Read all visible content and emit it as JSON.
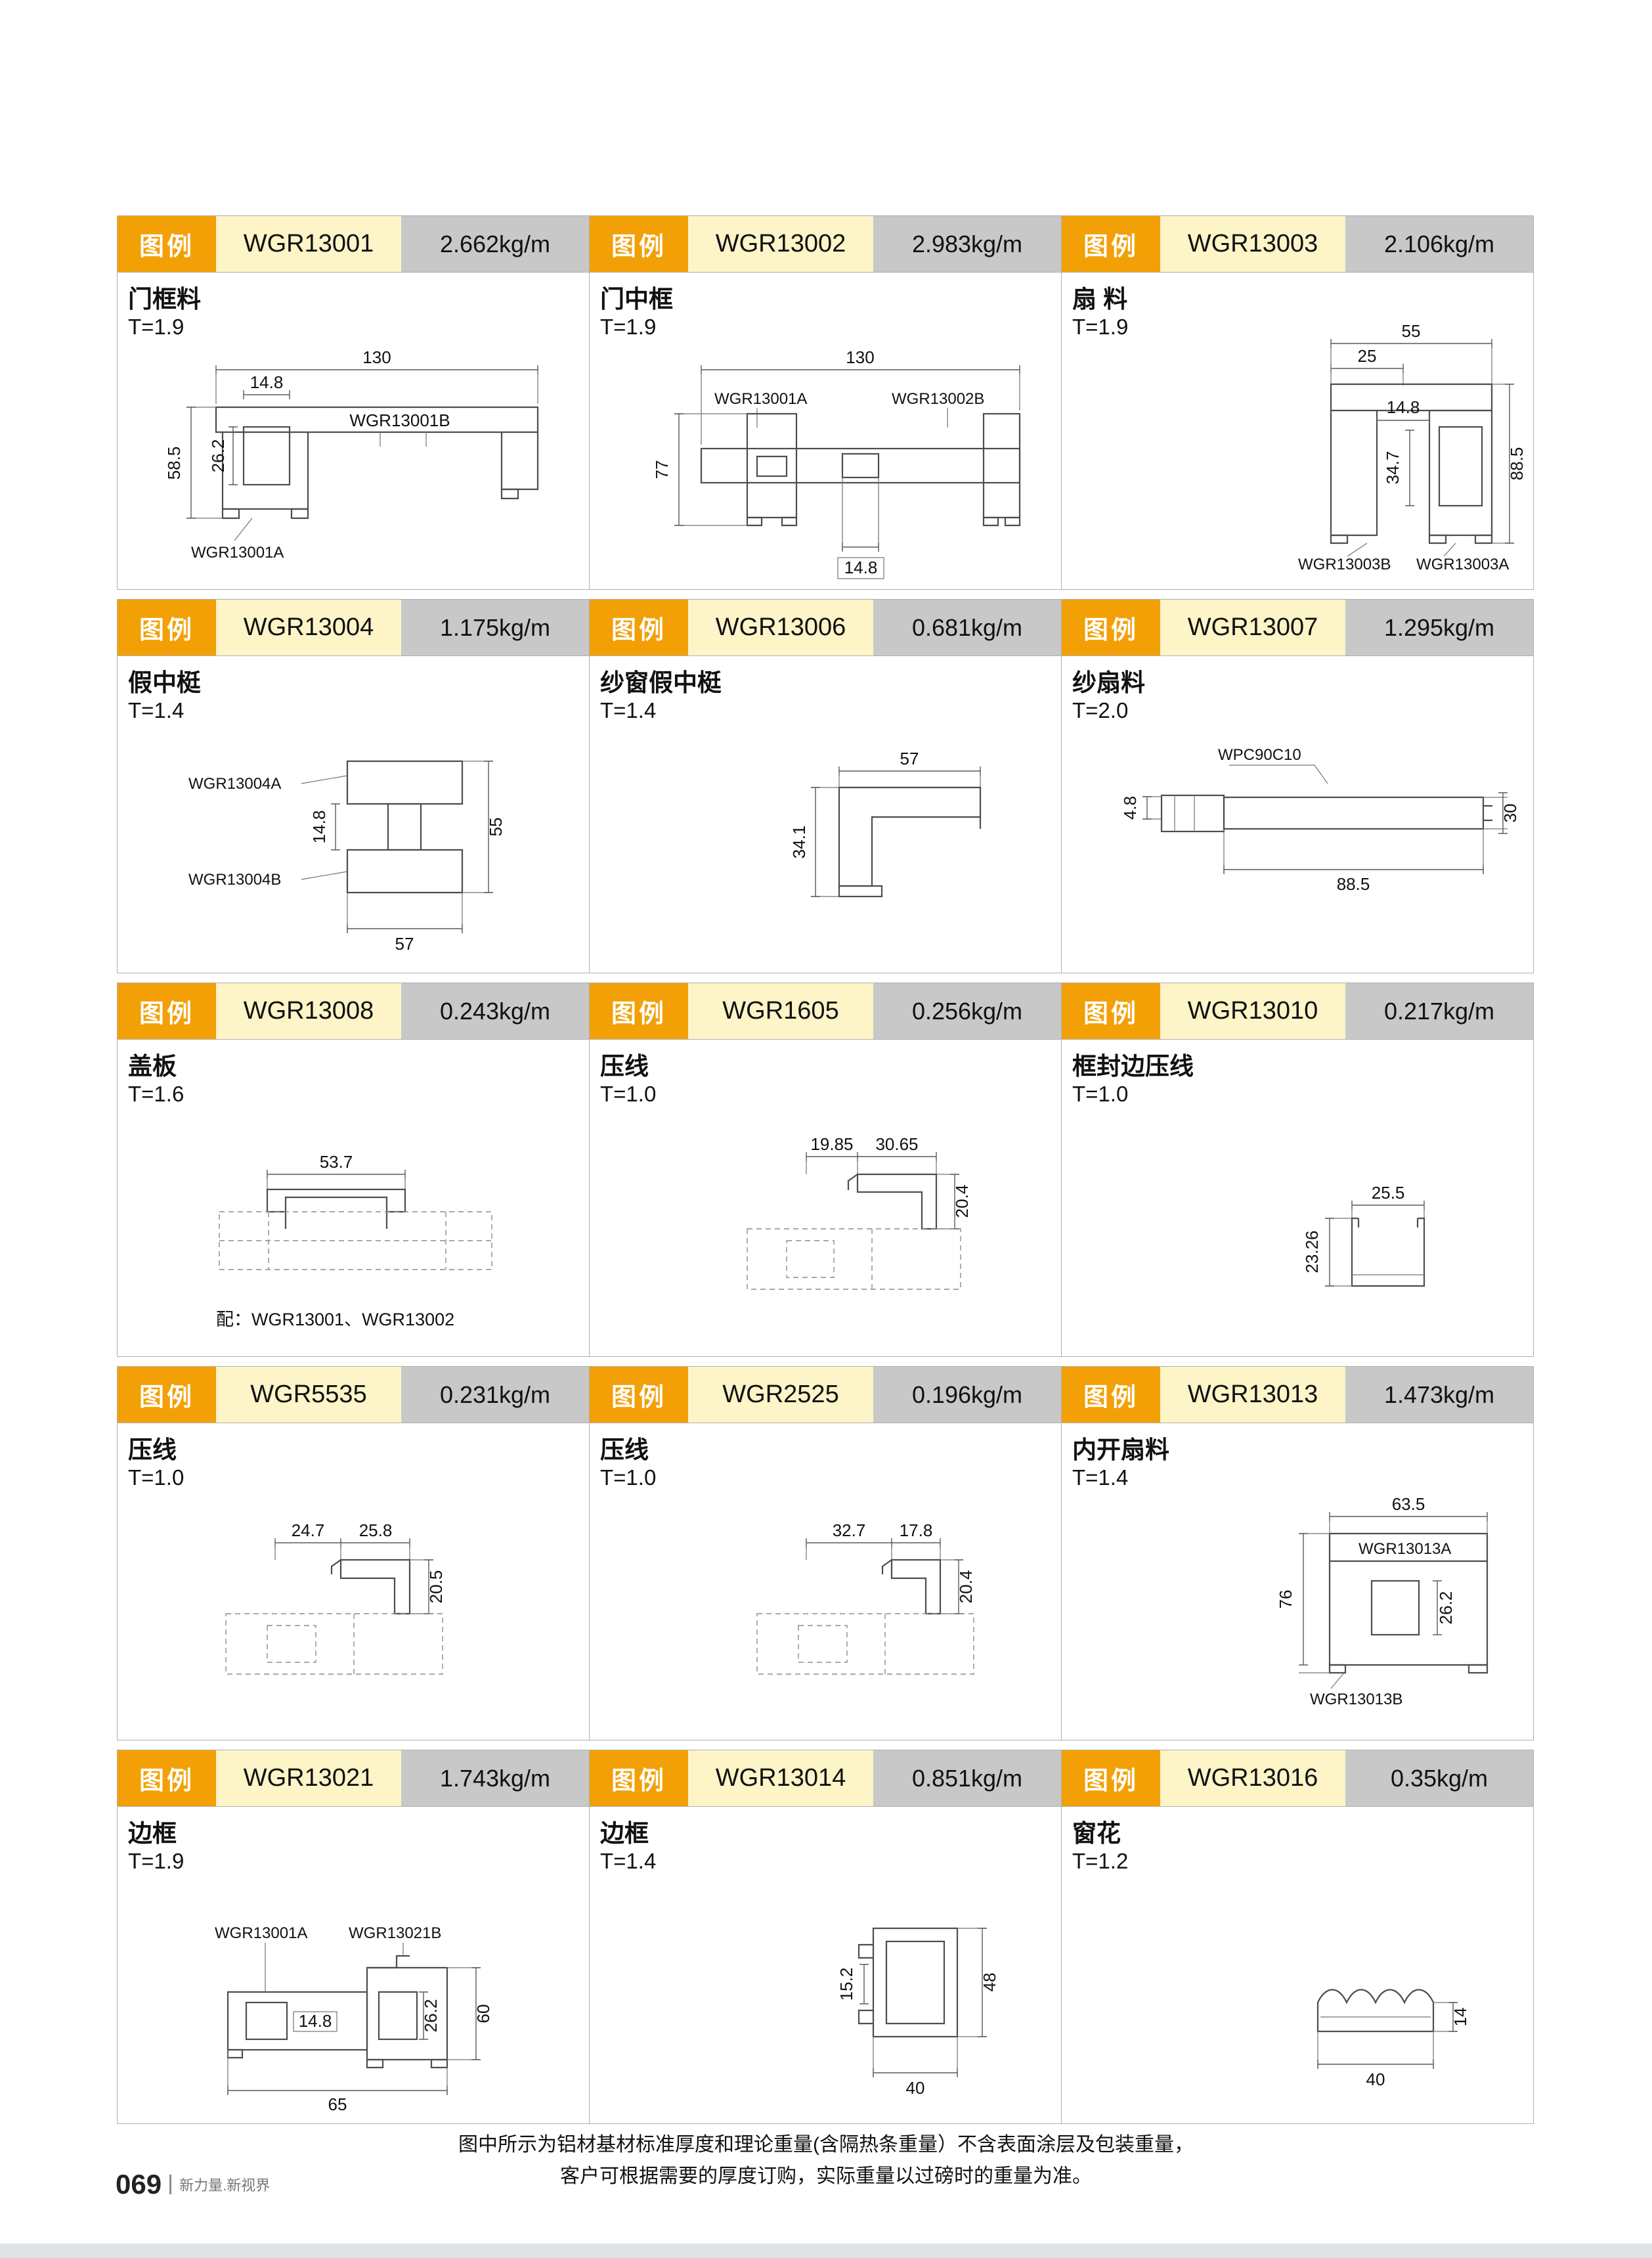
{
  "page": {
    "legend_label": "图例",
    "footer_line1": "图中所示为铝材基材标准厚度和理论重量(含隔热条重量）不含表面涂层及包装重量，",
    "footer_line2": "客户可根据需要的厚度订购，实际重量以过磅时的重量为准。",
    "page_number": "069",
    "page_tagline": "新力量.新视界"
  },
  "colors": {
    "accent_orange": "#F2A005",
    "code_bg": "#FDF4C8",
    "weight_bg": "#C8C8C8"
  },
  "cells": [
    {
      "code": "WGR13001",
      "weight": "2.662kg/m",
      "title": "门框料",
      "thickness": "T=1.9",
      "dims": [
        "130",
        "14.8",
        "58.5",
        "26.2"
      ],
      "labels": [
        "WGR13001B",
        "WGR13001A"
      ]
    },
    {
      "code": "WGR13002",
      "weight": "2.983kg/m",
      "title": "门中框",
      "thickness": "T=1.9",
      "dims": [
        "130",
        "77",
        "14.8"
      ],
      "labels": [
        "WGR13001A",
        "WGR13002B"
      ]
    },
    {
      "code": "WGR13003",
      "weight": "2.106kg/m",
      "title": "扇 料",
      "thickness": "T=1.9",
      "dims": [
        "55",
        "25",
        "14.8",
        "34.7",
        "88.5"
      ],
      "labels": [
        "WGR13003B",
        "WGR13003A"
      ]
    },
    {
      "code": "WGR13004",
      "weight": "1.175kg/m",
      "title": "假中梃",
      "thickness": "T=1.4",
      "dims": [
        "14.8",
        "55",
        "57"
      ],
      "labels": [
        "WGR13004A",
        "WGR13004B"
      ]
    },
    {
      "code": "WGR13006",
      "weight": "0.681kg/m",
      "title": "纱窗假中梃",
      "thickness": "T=1.4",
      "dims": [
        "57",
        "34.1"
      ],
      "labels": []
    },
    {
      "code": "WGR13007",
      "weight": "1.295kg/m",
      "title": "纱扇料",
      "thickness": "T=2.0",
      "dims": [
        "4.8",
        "30",
        "88.5"
      ],
      "labels": [
        "WPC90C10"
      ]
    },
    {
      "code": "WGR13008",
      "weight": "0.243kg/m",
      "title": "盖板",
      "thickness": "T=1.6",
      "dims": [
        "53.7"
      ],
      "labels": [],
      "note": "配：WGR13001、WGR13002"
    },
    {
      "code": "WGR1605",
      "weight": "0.256kg/m",
      "title": "压线",
      "thickness": "T=1.0",
      "dims": [
        "19.85",
        "30.65",
        "20.4"
      ],
      "labels": []
    },
    {
      "code": "WGR13010",
      "weight": "0.217kg/m",
      "title": "框封边压线",
      "thickness": "T=1.0",
      "dims": [
        "25.5",
        "23.26"
      ],
      "labels": []
    },
    {
      "code": "WGR5535",
      "weight": "0.231kg/m",
      "title": "压线",
      "thickness": "T=1.0",
      "dims": [
        "24.7",
        "25.8",
        "20.5"
      ],
      "labels": []
    },
    {
      "code": "WGR2525",
      "weight": "0.196kg/m",
      "title": "压线",
      "thickness": "T=1.0",
      "dims": [
        "32.7",
        "17.8",
        "20.4"
      ],
      "labels": []
    },
    {
      "code": "WGR13013",
      "weight": "1.473kg/m",
      "title": "内开扇料",
      "thickness": "T=1.4",
      "dims": [
        "63.5",
        "76",
        "26.2"
      ],
      "labels": [
        "WGR13013A",
        "WGR13013B"
      ]
    },
    {
      "code": "WGR13021",
      "weight": "1.743kg/m",
      "title": "边框",
      "thickness": "T=1.9",
      "dims": [
        "14.8",
        "26.2",
        "60",
        "65"
      ],
      "labels": [
        "WGR13001A",
        "WGR13021B"
      ]
    },
    {
      "code": "WGR13014",
      "weight": "0.851kg/m",
      "title": "边框",
      "thickness": "T=1.4",
      "dims": [
        "15.2",
        "48",
        "40"
      ],
      "labels": []
    },
    {
      "code": "WGR13016",
      "weight": "0.35kg/m",
      "title": "窗花",
      "thickness": "T=1.2",
      "dims": [
        "14",
        "40"
      ],
      "labels": []
    }
  ]
}
